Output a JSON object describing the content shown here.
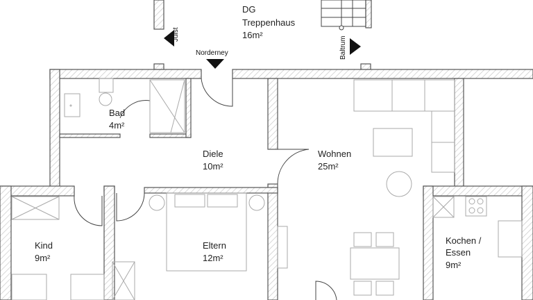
{
  "rooms": {
    "treppenhaus": {
      "floor": "DG",
      "name": "Treppenhaus",
      "area": "16m²"
    },
    "bad": {
      "name": "Bad",
      "area": "4m²"
    },
    "diele": {
      "name": "Diele",
      "area": "10m²"
    },
    "wohnen": {
      "name": "Wohnen",
      "area": "25m²"
    },
    "kind": {
      "name": "Kind",
      "area": "9m²"
    },
    "eltern": {
      "name": "Eltern",
      "area": "12m²"
    },
    "kochen": {
      "name_line1": "Kochen /",
      "name_line2": "Essen",
      "area": "9m²"
    }
  },
  "entrances": {
    "juist": "Juist",
    "norderney": "Norderney",
    "baltrum": "Baltrum"
  }
}
